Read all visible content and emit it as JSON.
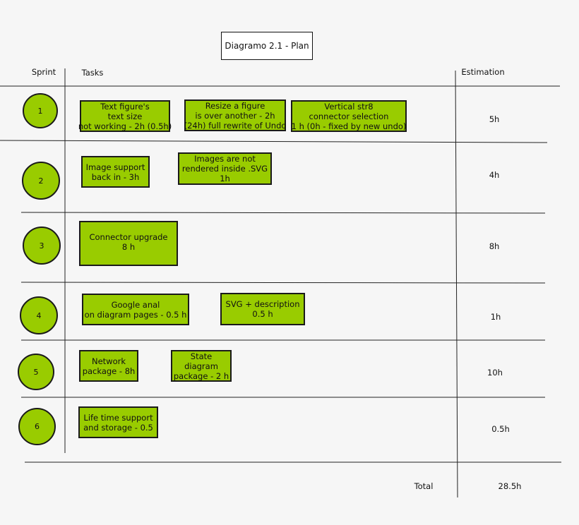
{
  "title": "Diagramo 2.1 - Plan",
  "headers": {
    "sprint": "Sprint",
    "tasks": "Tasks",
    "estimation": "Estimation"
  },
  "fill_color": "#99cc00",
  "sprints": [
    {
      "number": "1",
      "estimation": "5h",
      "tasks": [
        "Text figure's\ntext size\nnot working - 2h (0.5h)",
        "Resize a figure\nis over another - 2h\n(24h) full rewrite of Undo",
        "Vertical str8\nconnector selection\n1 h (0h - fixed by new undo)"
      ]
    },
    {
      "number": "2",
      "estimation": "4h",
      "tasks": [
        "Image support\nback in - 3h",
        "Images are not\nrendered inside .SVG\n1h"
      ]
    },
    {
      "number": "3",
      "estimation": "8h",
      "tasks": [
        "Connector upgrade\n8 h"
      ]
    },
    {
      "number": "4",
      "estimation": "1h",
      "tasks": [
        "Google anal\non diagram pages - 0.5 h",
        "SVG + description\n0.5 h"
      ]
    },
    {
      "number": "5",
      "estimation": "10h",
      "tasks": [
        "Network\npackage - 8h",
        "State\ndiagram\npackage - 2 h"
      ]
    },
    {
      "number": "6",
      "estimation": "0.5h",
      "tasks": [
        "Life time support\nand storage - 0.5"
      ]
    }
  ],
  "total": {
    "label": "Total",
    "value": "28.5h"
  }
}
